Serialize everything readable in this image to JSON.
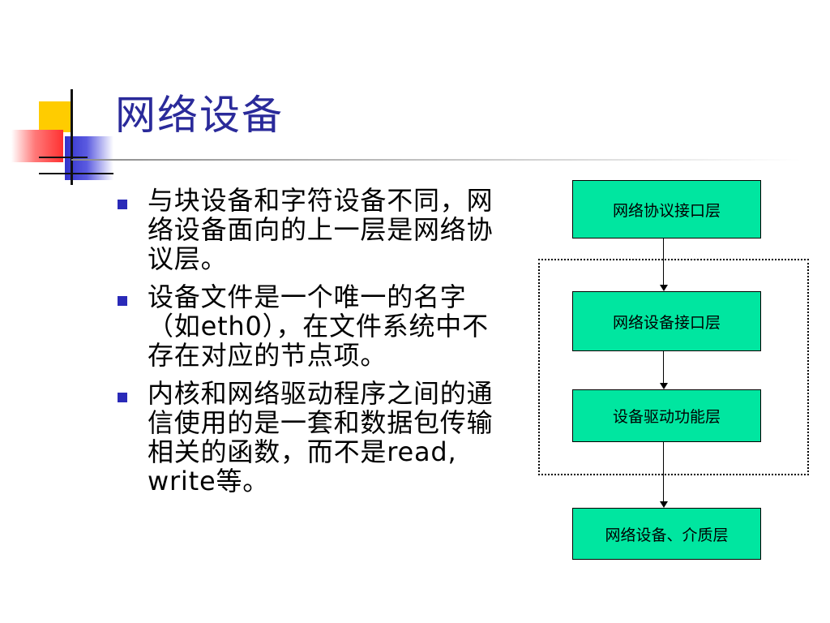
{
  "slide": {
    "title": "网络设备",
    "bullets": [
      "与块设备和字符设备不同，网络设备面向的上一层是网络协议层。",
      "设备文件是一个唯一的名字（如eth0），在文件系统中不存在对应的节点项。",
      "内核和网络驱动程序之间的通信使用的是一套和数据包传输相关的函数，而不是read, write等。"
    ]
  },
  "diagram": {
    "layers": [
      "网络协议接口层",
      "网络设备接口层",
      "设备驱动功能层",
      "网络设备、介质层"
    ]
  },
  "colors": {
    "title": "#2a2a9a",
    "bullet": "#2a2ab8",
    "box_fill": "#00e6a0",
    "deco_yellow": "#ffcc00",
    "deco_red": "#ff3030",
    "deco_blue": "#3333cc"
  }
}
